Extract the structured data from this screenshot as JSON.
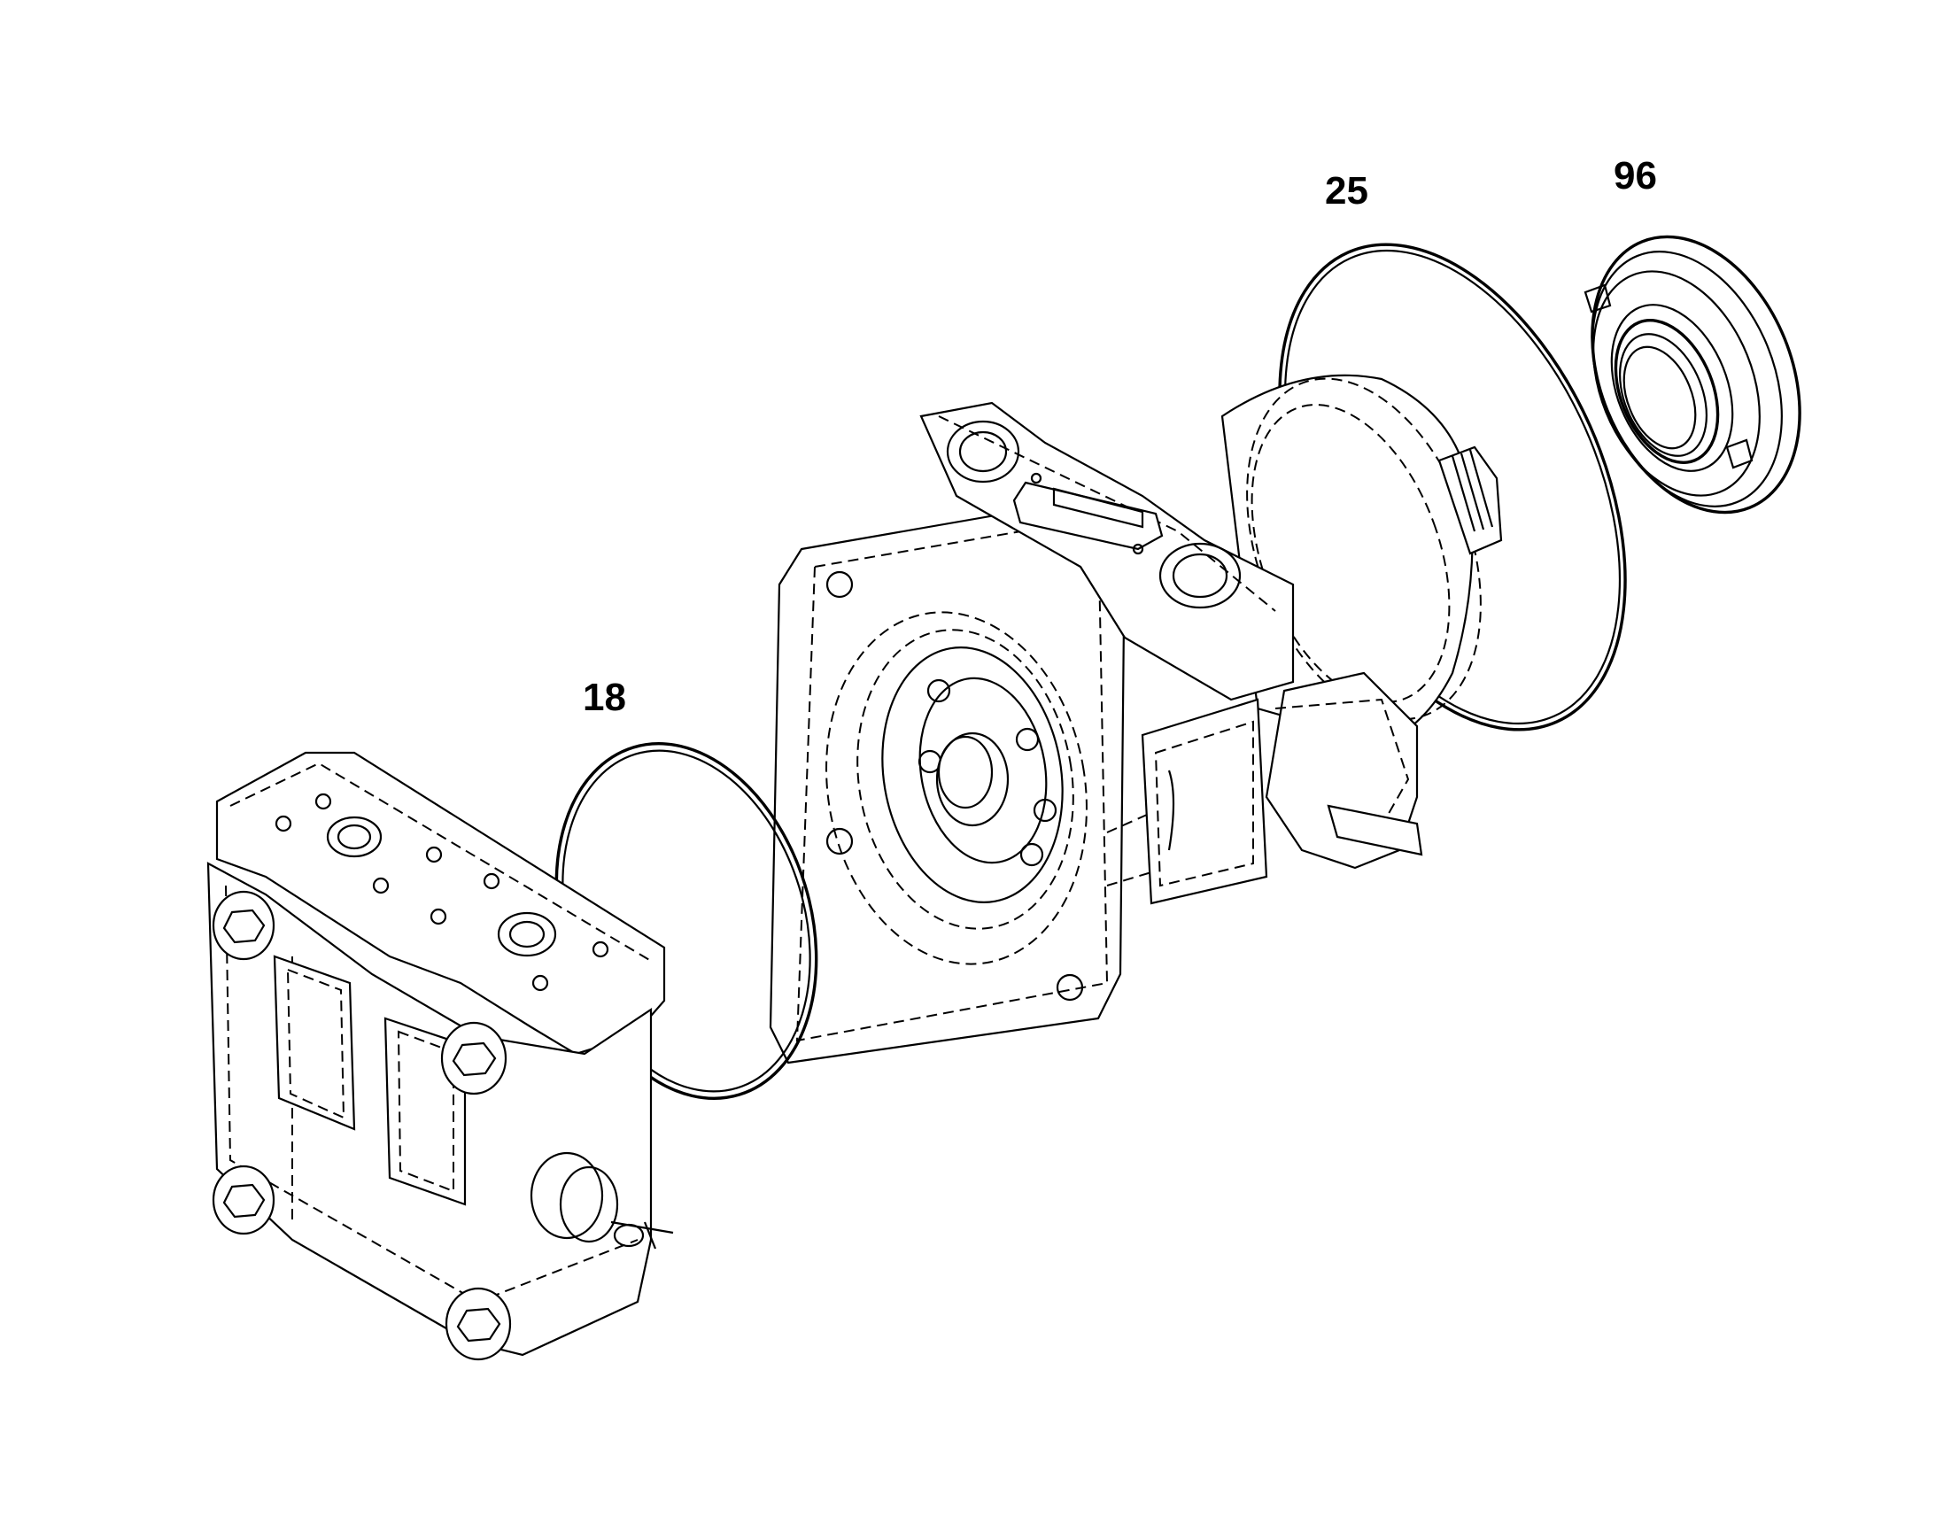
{
  "callouts": {
    "part_18": "18",
    "part_25": "25",
    "part_96": "96"
  },
  "colors": {
    "line": "#000000",
    "background": "#ffffff"
  }
}
